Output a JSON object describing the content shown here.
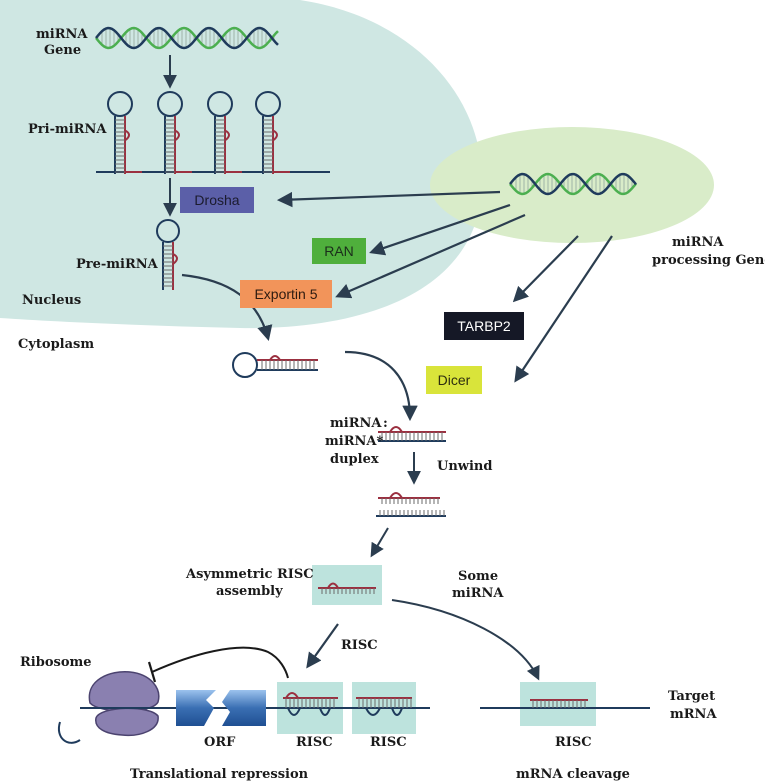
{
  "labels": {
    "mirna_gene_1": "miRNA",
    "mirna_gene_2": "Gene",
    "pri_mirna": "Pri-miRNA",
    "pre_mirna": "Pre-miRNA",
    "nucleus": "Nucleus",
    "cytoplasm": "Cytoplasm",
    "processing_gene_1": "miRNA",
    "processing_gene_2": "processing Gene",
    "duplex_1": "miRNA",
    "duplex_colon": ":",
    "duplex_2": "miRNA*",
    "duplex_3": "duplex",
    "unwind": "Unwind",
    "asym_1": "Asymmetric RISC",
    "asym_2": "assembly",
    "some_1": "Some",
    "some_2": "miRNA",
    "risc_arrow": "RISC",
    "ribosome": "Ribosome",
    "orf": "ORF",
    "risc_1": "RISC",
    "risc_2": "RISC",
    "risc_3": "RISC",
    "target_1": "Target",
    "target_2": "mRNA",
    "translational_repression": "Translational repression",
    "mrna_cleavage": "mRNA cleavage"
  },
  "boxes": {
    "drosha": {
      "label": "Drosha",
      "fill": "#5b5fa8",
      "text": "#1b1b2e"
    },
    "ran": {
      "label": "RAN",
      "fill": "#4faf3c",
      "text": "#1b2e1b"
    },
    "exportin": {
      "label": "Exportin 5",
      "fill": "#f2945a",
      "text": "#2e1b10"
    },
    "tarbp2": {
      "label": "TARBP2",
      "fill": "#151826",
      "text": "#ffffff"
    },
    "dicer": {
      "label": "Dicer",
      "fill": "#d9e43a",
      "text": "#2e2e10"
    }
  },
  "colors": {
    "nucleus": "#cfe7e3",
    "processing_ellipse": "#d9ecc9",
    "dna_green": "#4caf50",
    "dna_navy": "#1f3b5c",
    "rna_red": "#9b3040",
    "arrow": "#2b3d4f",
    "risc_box": "#bde3dd",
    "ribosome": "#8a80b0",
    "orf": "#3a6fb3"
  }
}
